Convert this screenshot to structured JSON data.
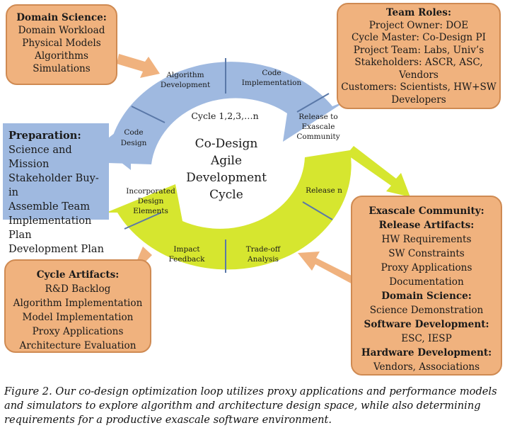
{
  "domain_science": {
    "title": "Domain Science:",
    "items": [
      "Domain Workload",
      "Physical Models",
      "Algorithms",
      "Simulations"
    ]
  },
  "team_roles": {
    "title": "Team Roles:",
    "items": [
      "Project Owner: DOE",
      "Cycle Master: Co-Design PI",
      "Project Team: Labs, Univ’s",
      "Stakeholders: ASCR, ASC,",
      "Vendors",
      "Customers: Scientists, HW+SW",
      "Developers"
    ]
  },
  "preparation": {
    "title": "Preparation:",
    "items": [
      "Science and Mission",
      "Stakeholder Buy-in",
      "Assemble Team",
      "Implementation Plan",
      "Development Plan"
    ]
  },
  "cycle_artifacts": {
    "title": "Cycle Artifacts:",
    "items": [
      "R&D Backlog",
      "Algorithm Implementation",
      "Model Implementation",
      "Proxy Applications",
      "Architecture Evaluation"
    ]
  },
  "exascale_community": {
    "title": "Exascale Community:",
    "sub1": "Release Artifacts:",
    "sub1_items": [
      "HW Requirements",
      "SW Constraints",
      "Proxy Applications",
      "Documentation"
    ],
    "sub2": "Domain Science:",
    "sub2_items": [
      "Science Demonstration"
    ],
    "sub3": "Software Development:",
    "sub3_items": [
      "ESC, IESP"
    ],
    "sub4": "Hardware Development:",
    "sub4_items": [
      "Vendors, Associations"
    ]
  },
  "cycle": {
    "segments": {
      "algorithm_development": [
        "Algorithm",
        "Development"
      ],
      "code_implementation": [
        "Code",
        "Implementation"
      ],
      "release_to_exascale": [
        "Release to",
        "Exascale",
        "Community"
      ],
      "code_design": [
        "Code",
        "Design"
      ],
      "release_n": [
        "Release n"
      ],
      "incorporated_design": [
        "Incorporated",
        "Design",
        "Elements"
      ],
      "impact_feedback": [
        "Impact",
        "Feedback"
      ],
      "tradeoff_analysis": [
        "Trade-off",
        "Analysis"
      ]
    },
    "cycle_counter": "Cycle 1,2,3,…n",
    "center_title": [
      "Co-Design",
      "Agile",
      "Development",
      "Cycle"
    ]
  },
  "colors": {
    "blue": "#9fb9e0",
    "yellow": "#d6e62f",
    "orange_fill": "#f0b27e",
    "orange_border": "#cf8a52"
  },
  "caption": "Figure 2. Our co-design optimization loop utilizes proxy applications and performance models and simulators to explore algorithm and architecture design space, while also determining requirements for a productive exascale software environment."
}
